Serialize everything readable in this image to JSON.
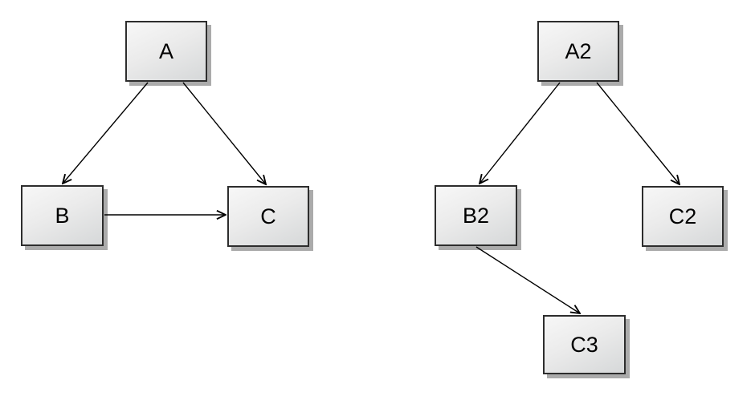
{
  "style": {
    "background": "#ffffff",
    "node_fill_top": "#f7f7f7",
    "node_fill_bottom": "#d6d8d9",
    "node_border": "#2d2d2d",
    "node_shadow": "#ababab",
    "edge_color": "#000000",
    "label_color": "#000000"
  },
  "diagrams": [
    {
      "id": "left-graph",
      "nodes": [
        {
          "id": "A",
          "label": "A"
        },
        {
          "id": "B",
          "label": "B"
        },
        {
          "id": "C",
          "label": "C"
        }
      ],
      "edges": [
        {
          "from": "A",
          "to": "B"
        },
        {
          "from": "A",
          "to": "C"
        },
        {
          "from": "B",
          "to": "C"
        }
      ]
    },
    {
      "id": "right-graph",
      "nodes": [
        {
          "id": "A2",
          "label": "A2"
        },
        {
          "id": "B2",
          "label": "B2"
        },
        {
          "id": "C2",
          "label": "C2"
        },
        {
          "id": "C3",
          "label": "C3"
        }
      ],
      "edges": [
        {
          "from": "A2",
          "to": "B2"
        },
        {
          "from": "A2",
          "to": "C2"
        },
        {
          "from": "B2",
          "to": "C3"
        }
      ]
    }
  ]
}
